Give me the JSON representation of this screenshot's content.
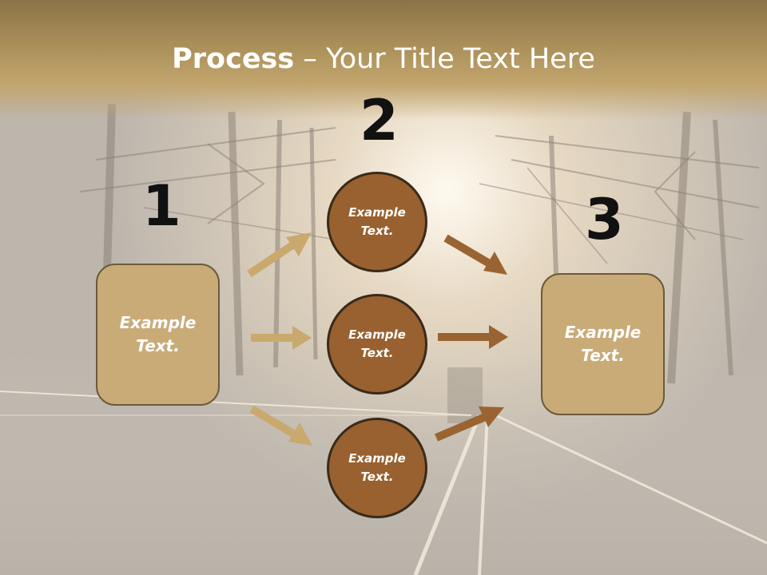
{
  "title": {
    "bold": "Process",
    "rest": " – Your Title Text Here"
  },
  "steps": [
    {
      "number": "1",
      "text": "Example\nText."
    },
    {
      "number": "2"
    },
    {
      "number": "3",
      "text": "Example\nText."
    }
  ],
  "circles": [
    {
      "text": "Example\nText."
    },
    {
      "text": "Example\nText."
    },
    {
      "text": "Example\nText."
    }
  ],
  "colors": {
    "title_band": "#a88d58",
    "box_fill": "#c9ab78",
    "circle_fill": "#98612f",
    "arrow_light": "#c9a96e",
    "arrow_dark": "#9a6432"
  }
}
